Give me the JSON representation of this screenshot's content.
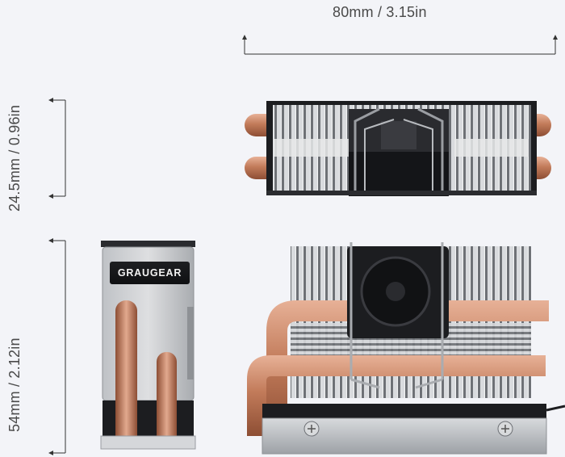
{
  "dimensions": {
    "width": "80mm / 3.15in",
    "height": "24.5mm / 0.96in",
    "depth": "54mm / 2.12in"
  },
  "product": {
    "brand": "GRAUGEAR"
  },
  "colors": {
    "background": "#f3f4f8",
    "copper": "#c98462",
    "aluminum": "#b9bcc0",
    "black": "#1c1d20"
  },
  "icons": [
    "arrow-left-icon",
    "arrow-up-icon",
    "arrow-down-icon",
    "arrow-right-icon"
  ]
}
